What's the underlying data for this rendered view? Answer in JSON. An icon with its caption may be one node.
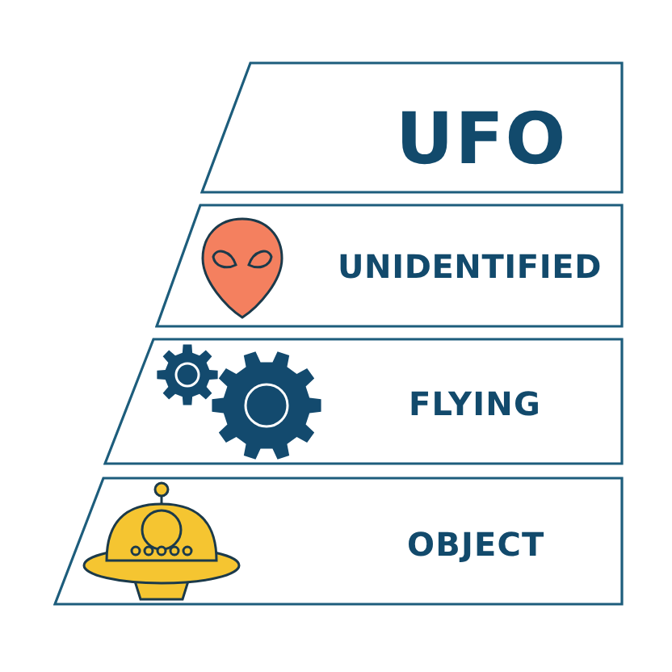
{
  "diagram": {
    "nodes": [
      {
        "text": [
          "UFO"
        ]
      },
      {
        "text": [
          "UNIDENTIFIED"
        ]
      },
      {
        "text": [
          "FLYING"
        ]
      },
      {
        "text": [
          "OBJECT"
        ]
      }
    ]
  }
}
